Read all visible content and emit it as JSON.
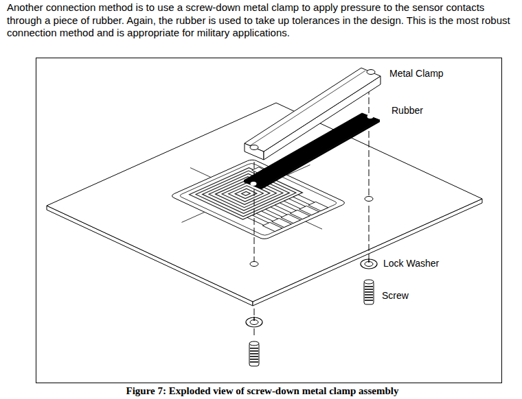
{
  "diagram": {
    "caption": "Figure 7: Exploded view of screw-down metal clamp assembly",
    "labels": [
      "Another connection method is to use a screw-down metal clamp to apply pressure to the sensor contacts through a piece of rubber. Again, the rubber is used to take up tolerances in the design. This is the most robust connection method and is appropriate for military applications.",
      "Metal Clamp",
      "Rubber",
      "Lock Washer",
      "Screw"
    ]
  }
}
